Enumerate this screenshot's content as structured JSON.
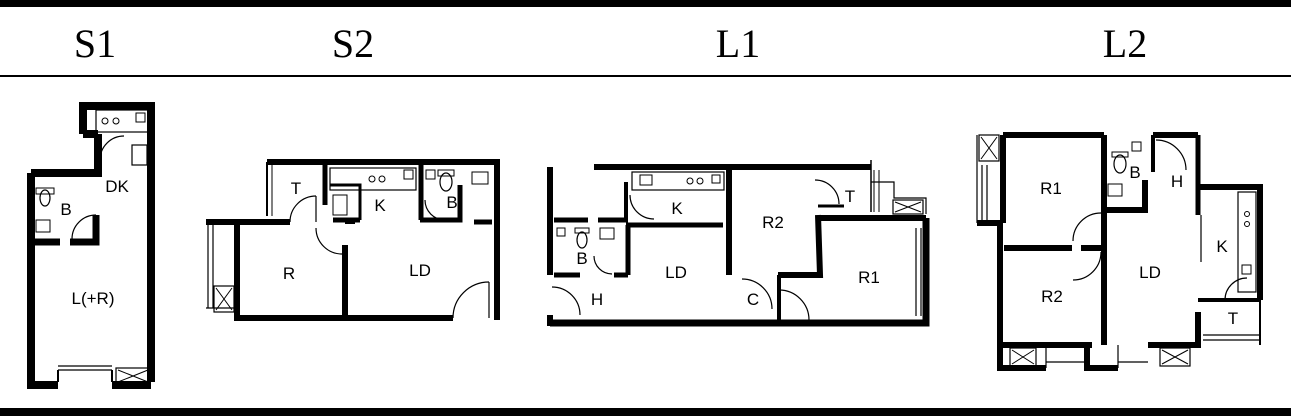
{
  "columns": [
    {
      "id": "S1",
      "label": "S1"
    },
    {
      "id": "S2",
      "label": "S2"
    },
    {
      "id": "L1",
      "label": "L1"
    },
    {
      "id": "L2",
      "label": "L2"
    }
  ],
  "plans": {
    "S1": {
      "rooms": [
        "DK",
        "B",
        "L(+R)"
      ]
    },
    "S2": {
      "rooms": [
        "T",
        "K",
        "B",
        "R",
        "LD"
      ]
    },
    "L1": {
      "rooms": [
        "K",
        "R2",
        "T",
        "B",
        "LD",
        "R1",
        "H",
        "C"
      ]
    },
    "L2": {
      "rooms": [
        "R1",
        "B",
        "H",
        "K",
        "LD",
        "R2",
        "T"
      ]
    }
  }
}
